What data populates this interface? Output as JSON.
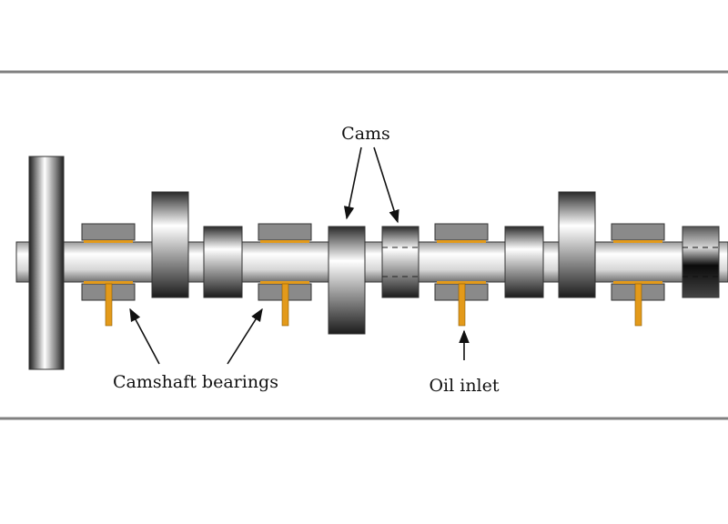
{
  "diagram": {
    "labels": {
      "cams": "Cams",
      "camshaft_bearings": "Camshaft bearings",
      "oil_inlet": "Oil inlet"
    },
    "colors": {
      "frame": "#808080",
      "oil": "#e39a1a",
      "bearing": "#8a8a8a",
      "outline": "#333333"
    }
  }
}
